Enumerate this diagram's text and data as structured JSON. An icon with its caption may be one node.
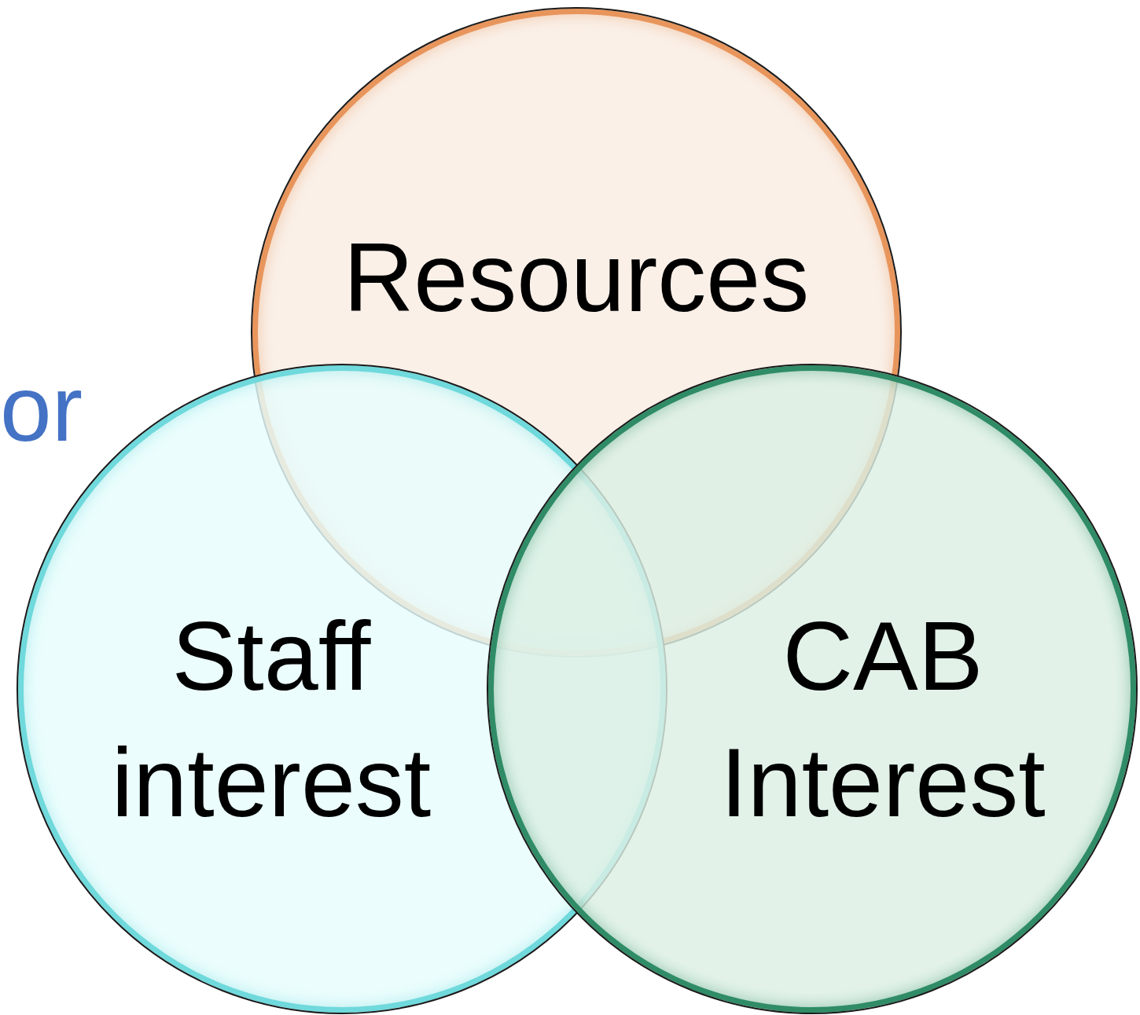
{
  "diagram": {
    "nodes": [
      {
        "text": [
          "Resources"
        ]
      },
      {
        "text": [
          "Staff",
          "interest"
        ]
      },
      {
        "text": [
          "CAB",
          "Interest"
        ]
      }
    ],
    "labels": [
      "or"
    ]
  }
}
